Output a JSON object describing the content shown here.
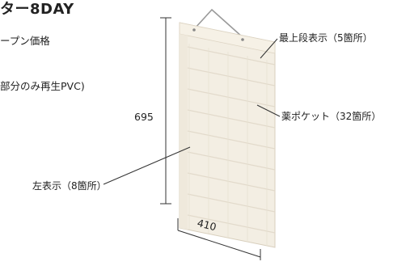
{
  "title": "ター8DAY",
  "spec_lines": [
    "ープン価格",
    "部分のみ再生PVC)"
  ],
  "dimensions": {
    "height": "695",
    "width": "410"
  },
  "callouts": {
    "top_row": "最上段表示（5箇所）",
    "pockets": "薬ポケット（32箇所）",
    "left_labels": "左表示（8箇所）"
  },
  "colors": {
    "panel": "#f2ece0",
    "pocket_line": "#e0d8c8",
    "panel_edge": "#d8cfbd"
  }
}
